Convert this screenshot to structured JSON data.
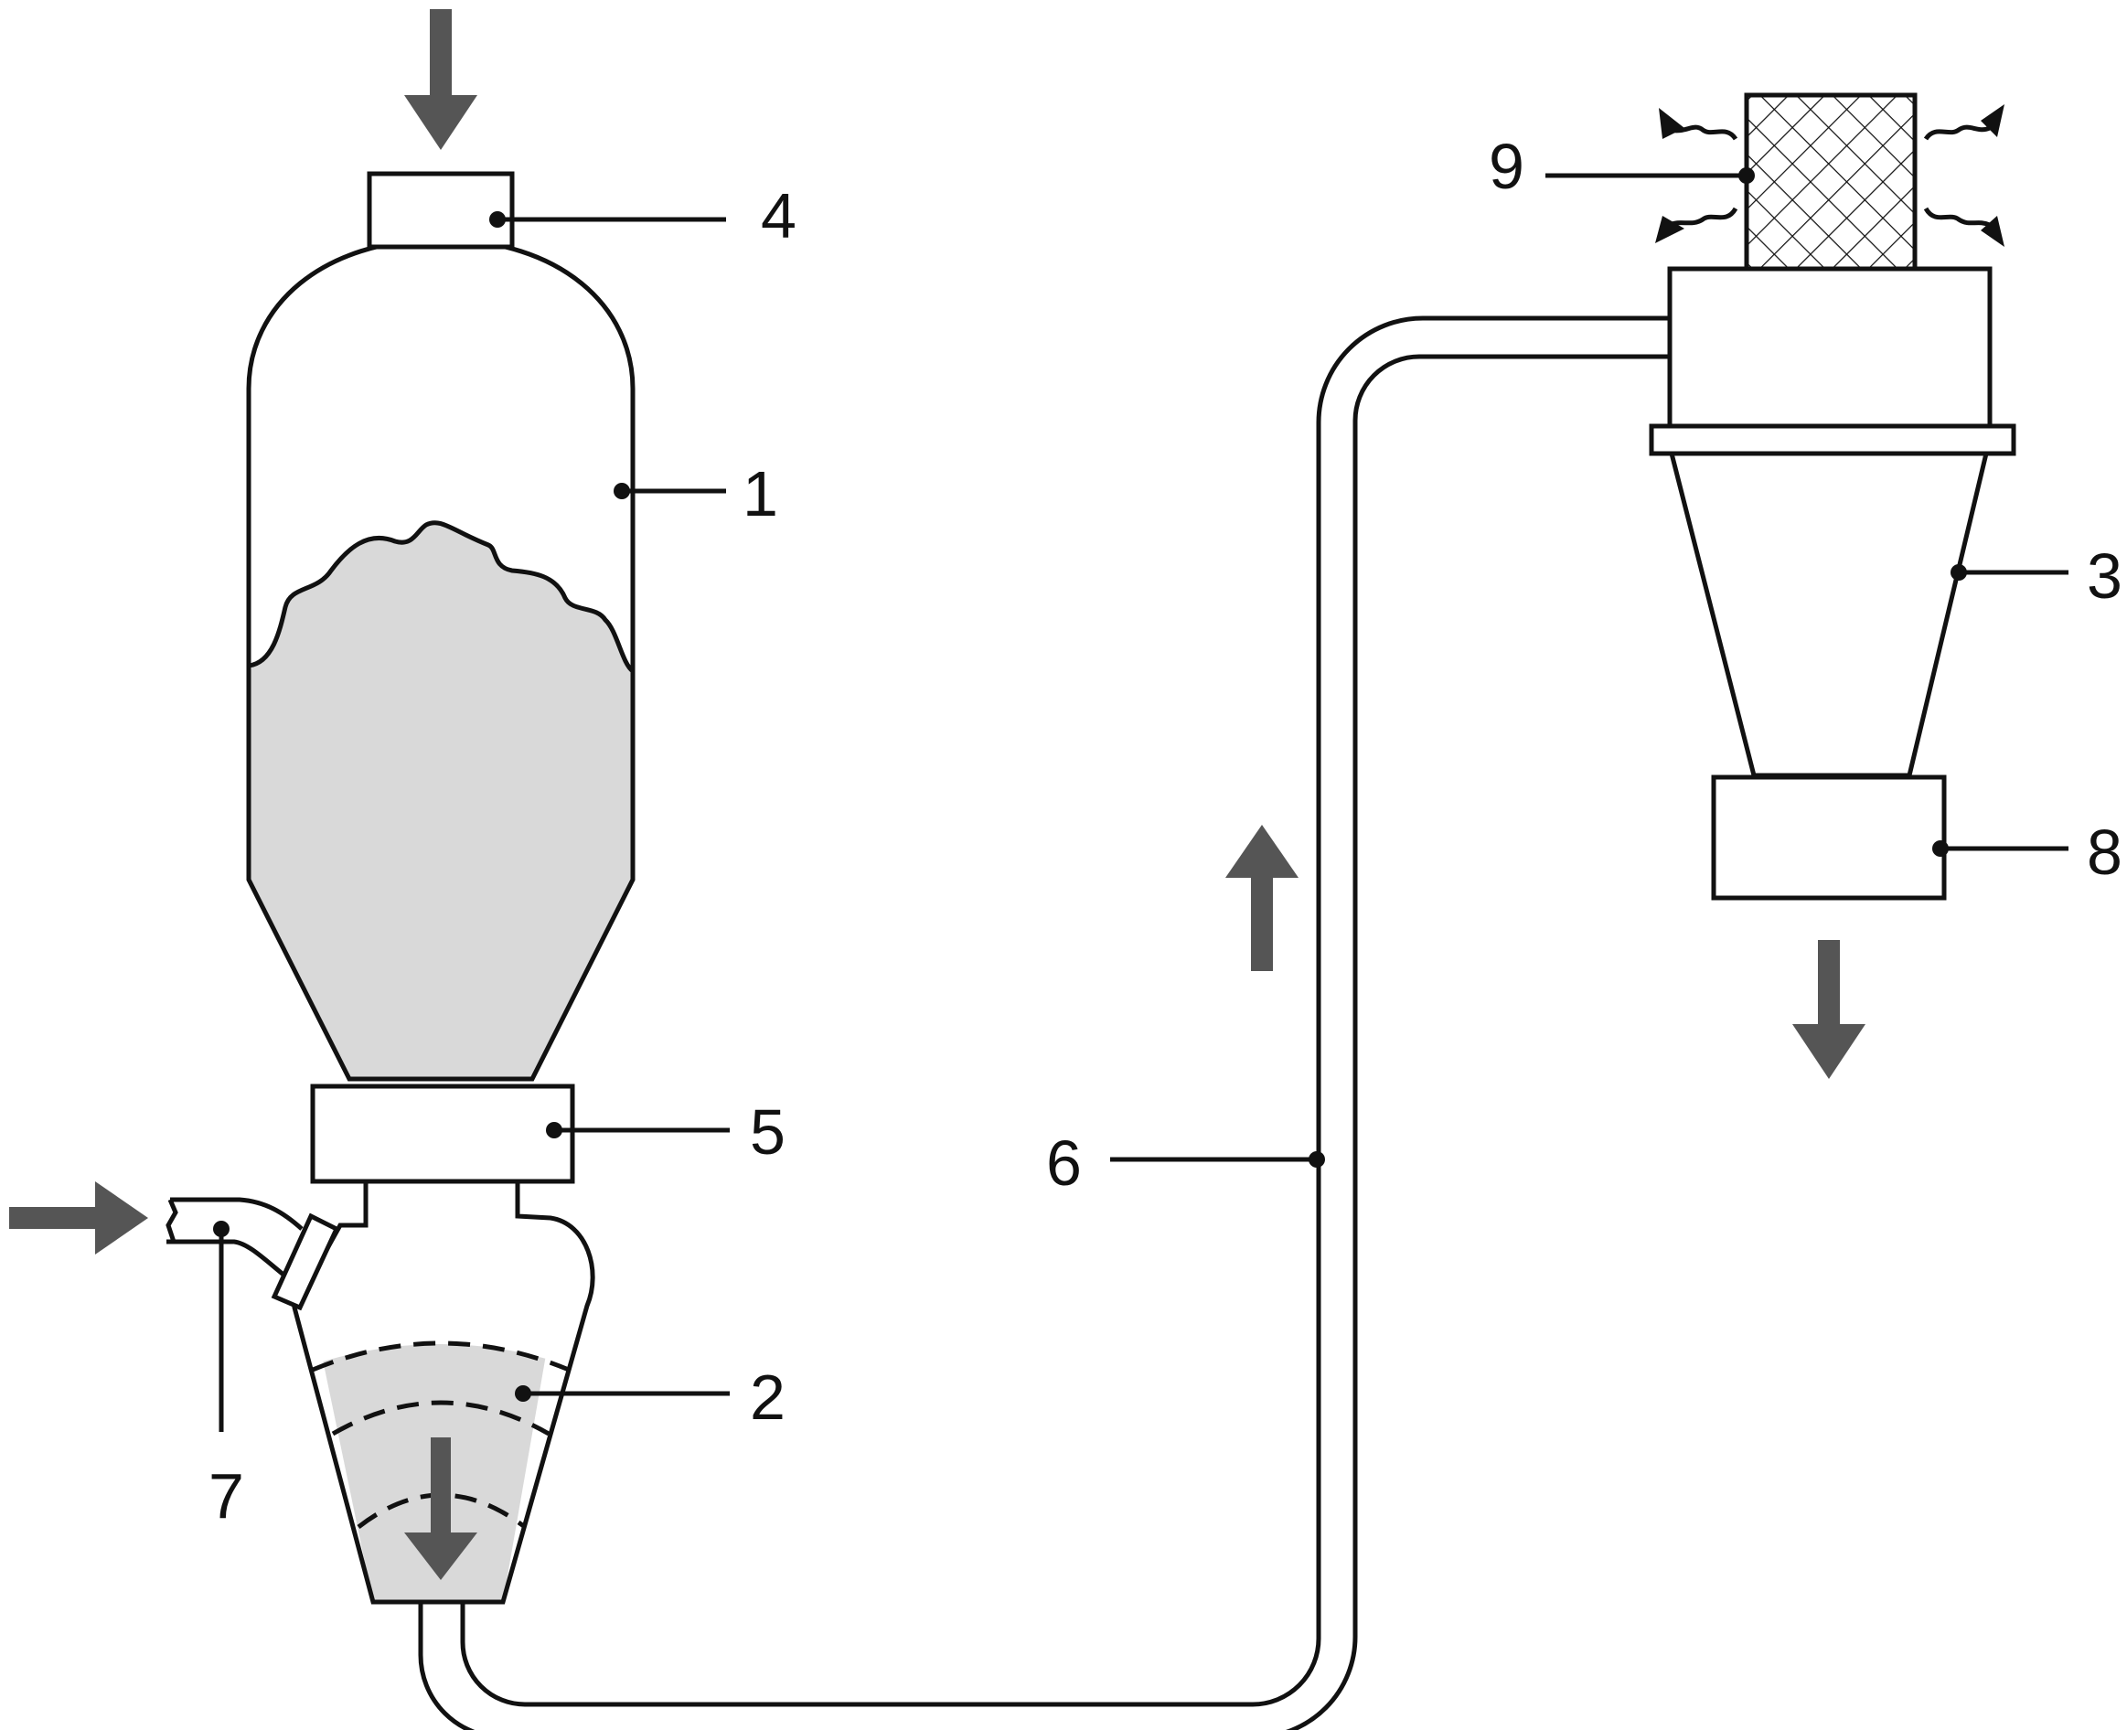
{
  "callouts": {
    "c1": "1",
    "c2": "2",
    "c3": "3",
    "c4": "4",
    "c5": "5",
    "c6": "6",
    "c7": "7",
    "c8": "8",
    "c9": "9"
  },
  "colors": {
    "outline": "#111111",
    "powder_fill": "#d9d9d9",
    "flow_arrow": "#555555",
    "background": "#ffffff"
  },
  "icons": {
    "flow": "flow-arrow-icon",
    "vent": "vent-arrow-icon",
    "filter": "crosshatch-filter"
  }
}
